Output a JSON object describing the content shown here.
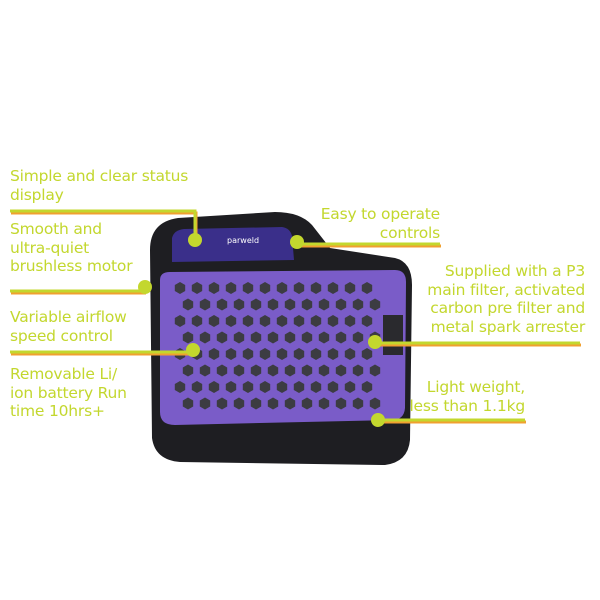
{
  "brand": "parweld",
  "colors": {
    "label": "#c3d72e",
    "line_shadow": "#f0a030",
    "panel": "#7a5cc8",
    "body": "#1e1e22"
  },
  "callouts": [
    {
      "id": "status-display",
      "text": "Simple and clear status display"
    },
    {
      "id": "motor",
      "text": "Smooth and ultra-quiet brushless motor"
    },
    {
      "id": "airflow",
      "text": "Variable airflow speed control"
    },
    {
      "id": "battery",
      "text": "Removable Li/ ion battery Run time 10hrs+"
    },
    {
      "id": "controls",
      "text": "Easy to operate controls"
    },
    {
      "id": "filter",
      "text": "Supplied with a P3 main filter, activated carbon pre filter and metal spark arrester"
    },
    {
      "id": "weight",
      "text": "Light weight, less than 1.1kg"
    }
  ]
}
